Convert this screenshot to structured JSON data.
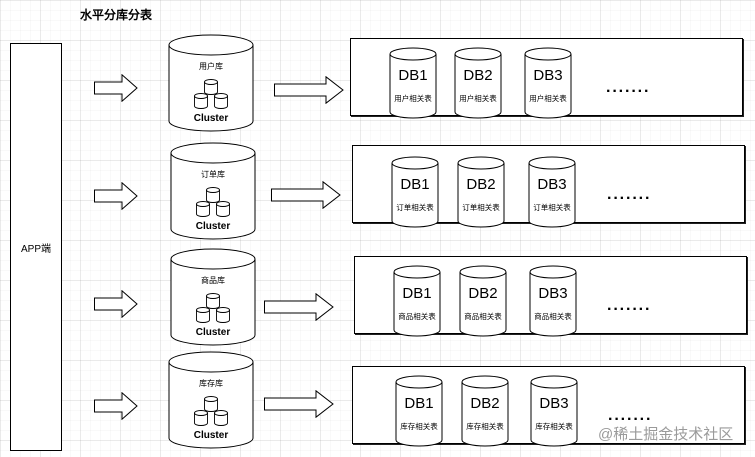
{
  "title": "水平分库分表",
  "app_label": "APP端",
  "cluster_label": "Cluster",
  "dots": "·······",
  "watermark": "@稀土掘金技术社区",
  "groups": [
    {
      "cluster_name": "用户库",
      "dbs": [
        {
          "name": "DB1",
          "desc": "用户相关表"
        },
        {
          "name": "DB2",
          "desc": "用户相关表"
        },
        {
          "name": "DB3",
          "desc": "用户相关表"
        }
      ]
    },
    {
      "cluster_name": "订单库",
      "dbs": [
        {
          "name": "DB1",
          "desc": "订单相关表"
        },
        {
          "name": "DB2",
          "desc": "订单相关表"
        },
        {
          "name": "DB3",
          "desc": "订单相关表"
        }
      ]
    },
    {
      "cluster_name": "商品库",
      "dbs": [
        {
          "name": "DB1",
          "desc": "商品相关表"
        },
        {
          "name": "DB2",
          "desc": "商品相关表"
        },
        {
          "name": "DB3",
          "desc": "商品相关表"
        }
      ]
    },
    {
      "cluster_name": "库存库",
      "dbs": [
        {
          "name": "DB1",
          "desc": "库存相关表"
        },
        {
          "name": "DB2",
          "desc": "库存相关表"
        },
        {
          "name": "DB3",
          "desc": "库存相关表"
        }
      ]
    }
  ]
}
